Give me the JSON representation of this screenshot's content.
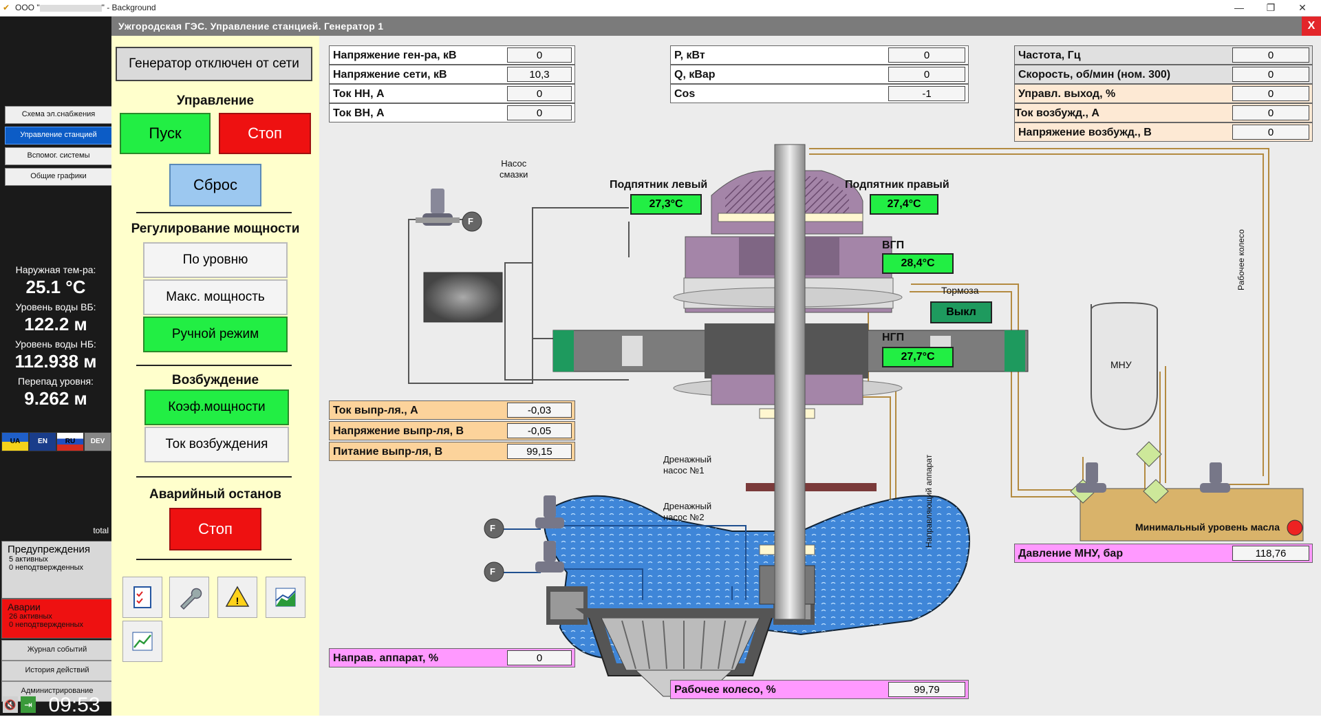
{
  "window": {
    "title_prefix": "ООО \"",
    "title_suffix": "\" - Background",
    "minimize": "—",
    "maximize": "❐",
    "close": "✕"
  },
  "header": {
    "title": "Ужгородская ГЭС. Управление станцией. Генератор 1",
    "close": "X"
  },
  "sidebar": {
    "nav": [
      "Схема эл.снабжения",
      "Управление станцией",
      "Вспомог. системы",
      "Общие графики"
    ],
    "env": [
      {
        "label": "Наружная тем-ра:",
        "value": "25.1 °C"
      },
      {
        "label": "Уровень воды ВБ:",
        "value": "122.2 м"
      },
      {
        "label": "Уровень воды НБ:",
        "value": "112.938 м"
      },
      {
        "label": "Перепад уровня:",
        "value": "9.262 м"
      }
    ],
    "flags": [
      "UA",
      "EN",
      "RU",
      "DEV"
    ],
    "total": "total",
    "warnings": {
      "title": "Предупреждения",
      "active": "5 активных",
      "unconfirmed": "0 неподтвержденных"
    },
    "alarms": {
      "title": "Аварии",
      "active": "26 активных",
      "unconfirmed": "0 неподтвержденных"
    },
    "links": [
      "Журнал событий",
      "История действий",
      "Администрирование"
    ],
    "time": "09:53"
  },
  "control": {
    "status": "Генератор отключен от сети",
    "control_title": "Управление",
    "start": "Пуск",
    "stop": "Стоп",
    "reset": "Сброс",
    "power_title": "Регулирование мощности",
    "power_modes": [
      "По уровню",
      "Макс. мощность",
      "Ручной режим"
    ],
    "excitation_title": "Возбуждение",
    "excitation_modes": [
      "Коэф.мощности",
      "Ток возбуждения"
    ],
    "emergency_title": "Аварийный останов",
    "emergency_stop": "Стоп"
  },
  "colors": {
    "green": "#22ee44",
    "red": "#ee1111",
    "blue": "#9cc8f0",
    "orange": "#fcd39b",
    "pink": "#ff99ff",
    "peach": "#fde9d4",
    "water": "#3f86d8",
    "oil": "#d9b36a",
    "generator": "#a485a8"
  },
  "main": {
    "left_params": [
      {
        "label": "Напряжение ген-ра, кВ",
        "value": "0"
      },
      {
        "label": "Напряжение сети, кВ",
        "value": "10,3"
      },
      {
        "label": "Ток НН, А",
        "value": "0"
      },
      {
        "label": "Ток ВН, А",
        "value": "0"
      }
    ],
    "mid_params": [
      {
        "label": "P, кВт",
        "value": "0"
      },
      {
        "label": "Q, кВар",
        "value": "0"
      },
      {
        "label": "Cos",
        "value": "-1"
      }
    ],
    "right_params": [
      {
        "label": "Частота, Гц",
        "value": "0"
      },
      {
        "label": "Скорость, об/мин (ном. 300)",
        "value": "0"
      },
      {
        "label": "Управл. выход, %",
        "value": "0"
      },
      {
        "label": "Ток возбужд., А",
        "value": "0"
      },
      {
        "label": "Напряжение возбужд., В",
        "value": "0"
      }
    ],
    "rectifier": [
      {
        "label": "Ток выпр-ля., А",
        "value": "-0,03"
      },
      {
        "label": "Напряжение выпр-ля, В",
        "value": "-0,05"
      },
      {
        "label": "Питание выпр-ля, В",
        "value": "99,15"
      }
    ],
    "guide_vane": {
      "label": "Направ. аппарат, %",
      "value": "0"
    },
    "runner": {
      "label": "Рабочее колесо, %",
      "value": "99,79"
    },
    "mnu_pressure": {
      "label": "Давление МНУ, бар",
      "value": "118,76"
    },
    "thrust_left": {
      "label": "Подпятник левый",
      "value": "27,3°C"
    },
    "thrust_right": {
      "label": "Подпятник правый",
      "value": "27,4°C"
    },
    "vgp": {
      "label": "ВГП",
      "value": "28,4°C"
    },
    "ngp": {
      "label": "НГП",
      "value": "27,7°C"
    },
    "brakes": {
      "label": "Тормоза",
      "value": "Выкл"
    },
    "lube_pump": "Насос\nсмазки",
    "drain1": "Дренажный\nнасос №1",
    "drain2": "Дренажный\nнасос №2",
    "mnu": "МНУ",
    "min_oil": "Минимальный уровень масла",
    "runner_pipe": "Рабочее колесо",
    "guide_pipe": "Направляющий аппарат",
    "flow": "F"
  }
}
